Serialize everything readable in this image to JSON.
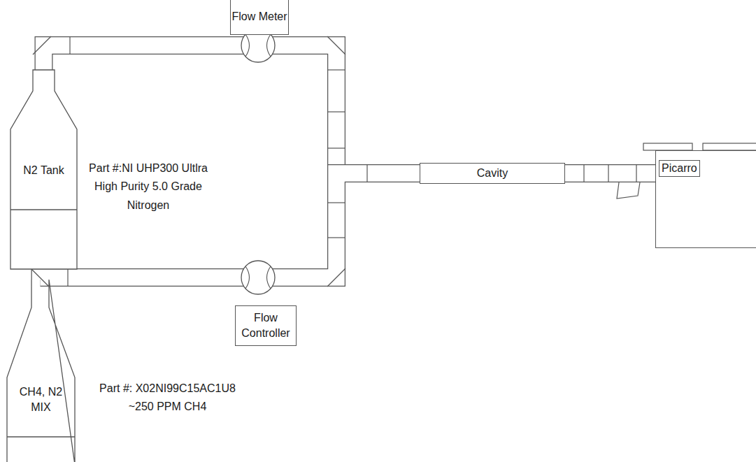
{
  "diagram": {
    "nodes": [
      {
        "text": [
          "Flow Meter"
        ]
      },
      {
        "text": [
          "N2 Tank"
        ]
      },
      {
        "text": [
          "Cavity"
        ]
      },
      {
        "text": [
          "Picarro"
        ]
      },
      {
        "text": [
          "Flow Controller"
        ]
      },
      {
        "text": [
          "CH4, N2 MIX"
        ]
      }
    ],
    "edges": [
      {
        "from": 1,
        "to": 2,
        "arrow": "none"
      },
      {
        "from": 5,
        "to": 2,
        "arrow": "none"
      },
      {
        "from": 2,
        "to": 3,
        "arrow": "none"
      }
    ],
    "labels": [
      "Part #:NI UHP300 Ultlra High Purity 5.0 Grade Nitrogen",
      "Part #: X02NI99C15AC1U8 ~250 PPM CH4"
    ]
  }
}
